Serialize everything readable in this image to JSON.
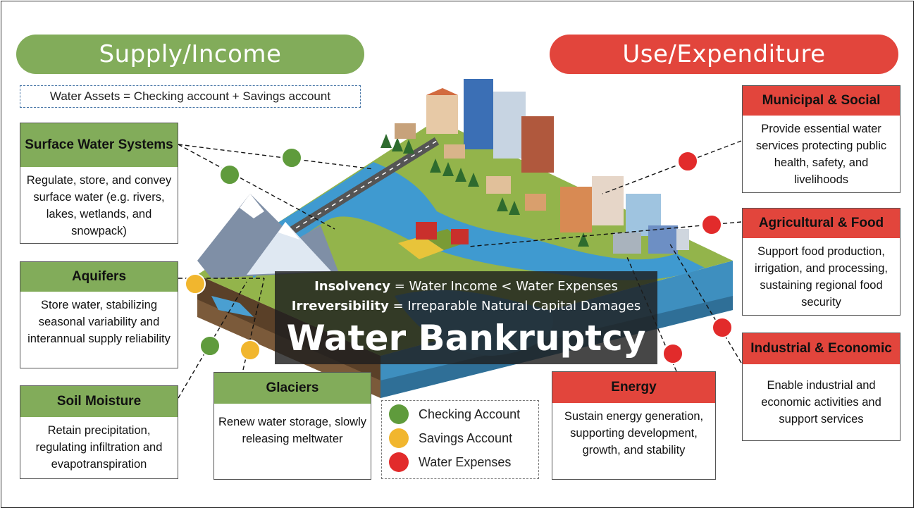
{
  "supply": {
    "title": "Supply/Income",
    "formula": "Water Assets = Checking account  + Savings account"
  },
  "use": {
    "title": "Use/Expenditure"
  },
  "sources": [
    {
      "title": "Surface Water Systems",
      "body": "Regulate, store, and convey surface water (e.g. rivers, lakes, wetlands, and snowpack)"
    },
    {
      "title": "Aquifers",
      "body": "Store water, stabilizing seasonal variability and interannual supply reliability"
    },
    {
      "title": "Soil Moisture",
      "body": "Retain precipitation, regulating infiltration and evapotranspiration"
    },
    {
      "title": "Glaciers",
      "body": "Renew water storage, slowly releasing meltwater"
    }
  ],
  "uses": [
    {
      "title": "Municipal & Social",
      "body": "Provide essential water services protecting public health, safety, and livelihoods"
    },
    {
      "title": "Agricultural & Food",
      "body": "Support food production, irrigation, and processing, sustaining regional food security"
    },
    {
      "title": "Industrial & Economic",
      "body": "Enable industrial and economic activities and support services"
    },
    {
      "title": "Energy",
      "body": "Sustain energy generation, supporting development, growth, and stability"
    }
  ],
  "center": {
    "insolvency_term": "Insolvency",
    "insolvency_def": " = Water Income < Water Expenses",
    "irreversibility_term": "Irreversibility",
    "irreversibility_def": " = Irreparable Natural Capital Damages",
    "title": "Water Bankruptcy"
  },
  "legend": [
    {
      "label": "Checking Account",
      "color": "#5f9b3c"
    },
    {
      "label": "Savings Account",
      "color": "#f1b62e"
    },
    {
      "label": "Water Expenses",
      "color": "#e22b2b"
    }
  ],
  "colors": {
    "supply_green": "#82ac5a",
    "use_red": "#e2453c"
  }
}
